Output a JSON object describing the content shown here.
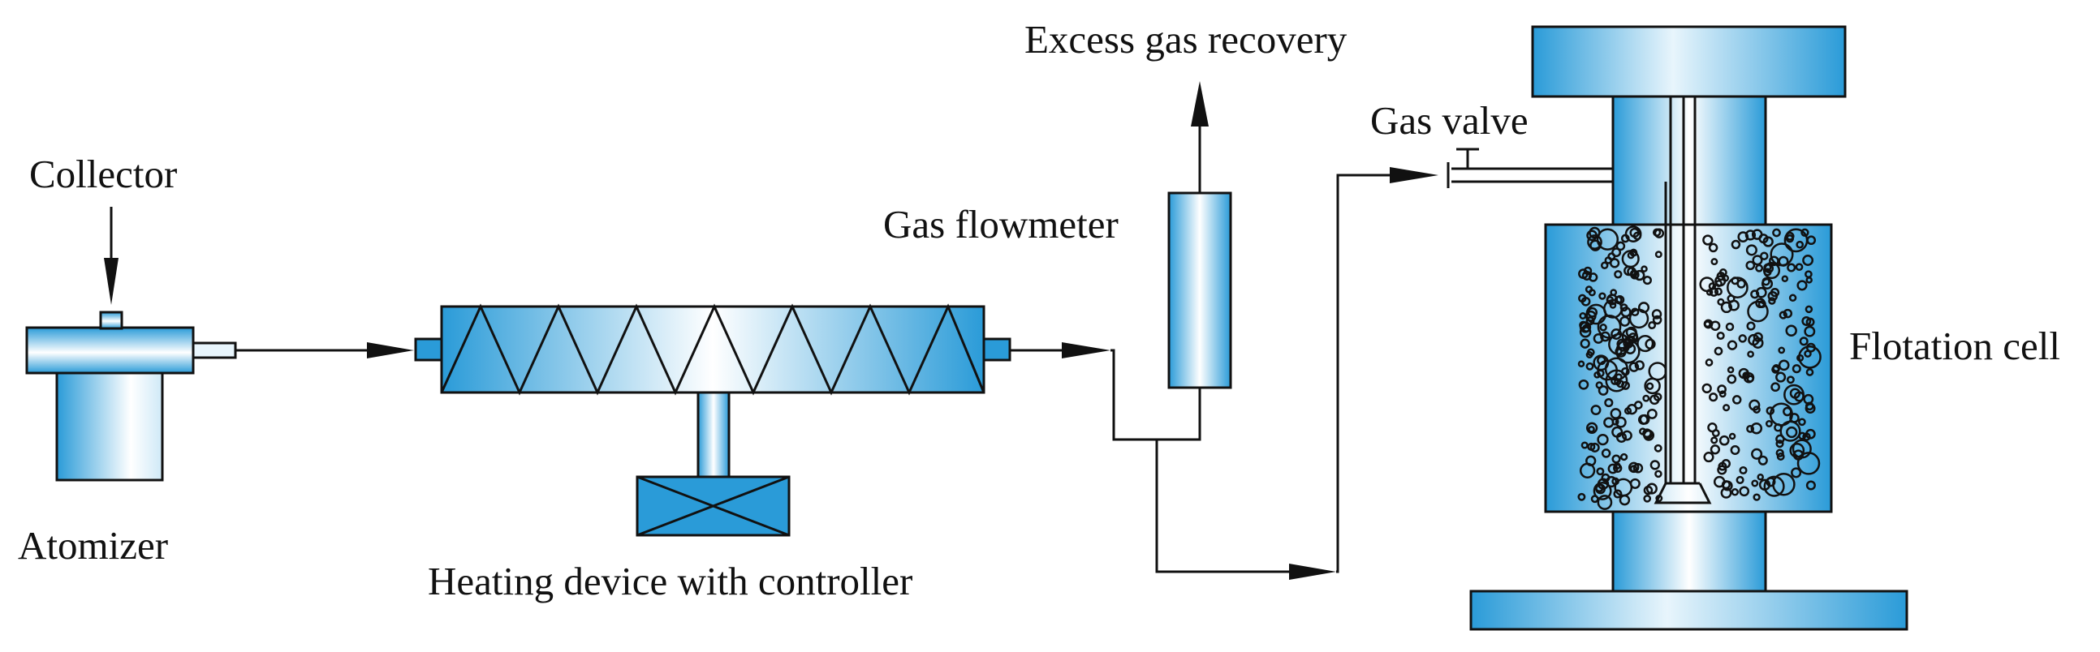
{
  "labels": {
    "collector": "Collector",
    "atomizer": "Atomizer",
    "heating_device": "Heating device with controller",
    "excess_gas_recovery": "Excess gas recovery",
    "gas_flowmeter": "Gas flowmeter",
    "gas_valve": "Gas valve",
    "flotation_cell": "Flotation cell"
  },
  "colors": {
    "equipment_blue": "#2a9bd8",
    "equipment_highlight": "#ffffff",
    "outline": "#111111"
  }
}
